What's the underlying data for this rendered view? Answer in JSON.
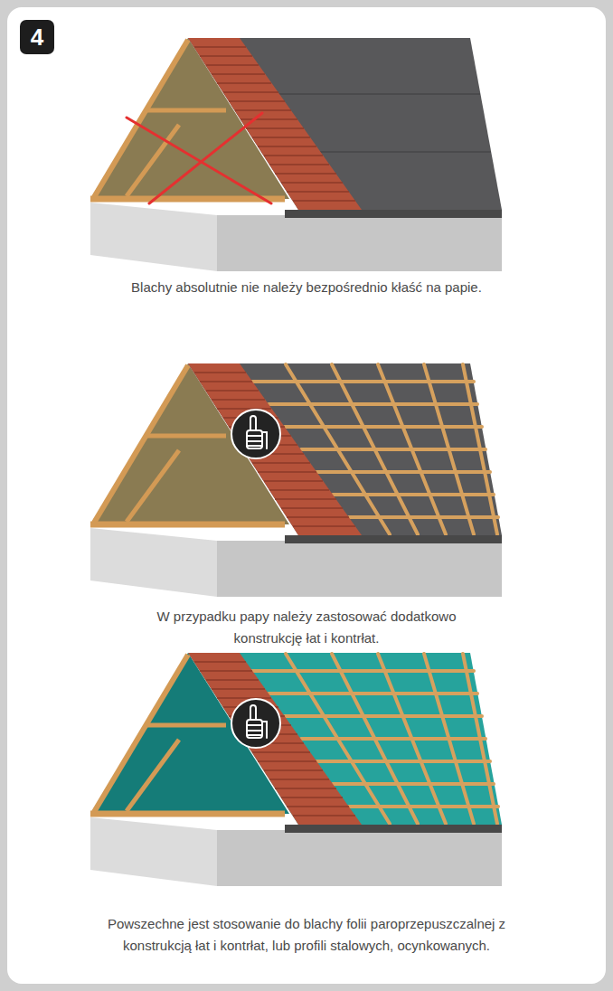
{
  "diagram": {
    "nodes": [
      {
        "text": [
          "4"
        ]
      }
    ],
    "labels": [
      "Blachy absolutnie nie należy bezpośrednio kłaść na papie.",
      "W przypadku papy należy zastosować dodatkowo konstrukcję łat i kontrłat.",
      "Powszechne jest stosowanie do blachy folii paroprzepuszczalnej z konstrukcją łat i kontrłat, lub profili stalowych, ocynkowanych."
    ]
  }
}
